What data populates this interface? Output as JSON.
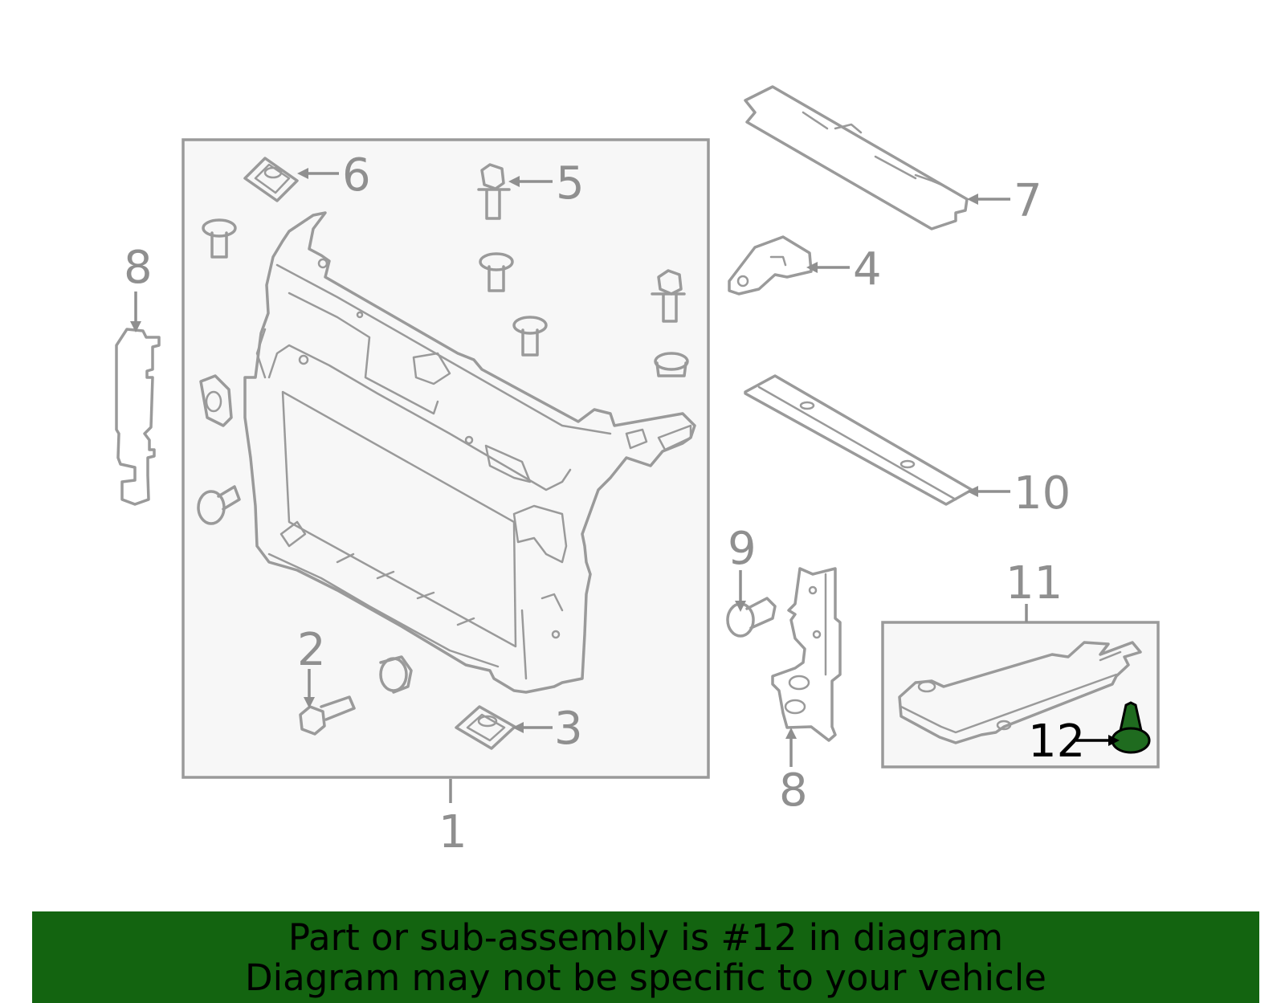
{
  "callouts": {
    "c1": "1",
    "c2": "2",
    "c3": "3",
    "c4": "4",
    "c5": "5",
    "c6": "6",
    "c7": "7",
    "c8a": "8",
    "c8b": "8",
    "c9": "9",
    "c10": "10",
    "c11": "11",
    "c12": "12"
  },
  "highlight": {
    "part_number": "12",
    "color": "#1f6b1f"
  },
  "banner": {
    "line1": "Part or sub-assembly is #12 in diagram",
    "line2": "Diagram may not be specific to your vehicle",
    "background": "#136410"
  }
}
